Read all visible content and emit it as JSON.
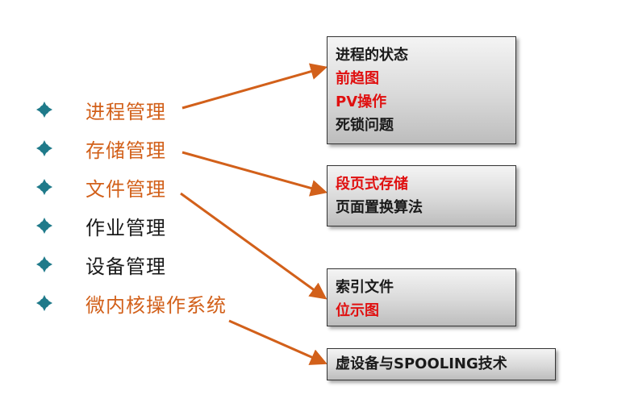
{
  "colors": {
    "orange": "#d2601a",
    "black": "#1a1a1a",
    "red": "#e01010",
    "bullet": "#1f7a8a"
  },
  "topics": [
    {
      "label": "进程管理",
      "color": "orange"
    },
    {
      "label": "存储管理",
      "color": "orange"
    },
    {
      "label": "文件管理",
      "color": "orange"
    },
    {
      "label": "作业管理",
      "color": "black"
    },
    {
      "label": "设备管理",
      "color": "black"
    },
    {
      "label": "微内核操作系统",
      "color": "orange"
    }
  ],
  "boxes": [
    {
      "lines": [
        {
          "text": "进程的状态",
          "color": "black"
        },
        {
          "text": "前趋图",
          "color": "red"
        },
        {
          "text": "PV操作",
          "color": "red"
        },
        {
          "text": "死锁问题",
          "color": "black"
        }
      ]
    },
    {
      "lines": [
        {
          "text": "段页式存储",
          "color": "red"
        },
        {
          "text": "页面置换算法",
          "color": "black"
        }
      ]
    },
    {
      "lines": [
        {
          "text": "索引文件",
          "color": "black"
        },
        {
          "text": "位示图",
          "color": "red"
        }
      ]
    },
    {
      "lines": [
        {
          "text": "虚设备与SPOOLING技术",
          "color": "black"
        }
      ]
    }
  ]
}
